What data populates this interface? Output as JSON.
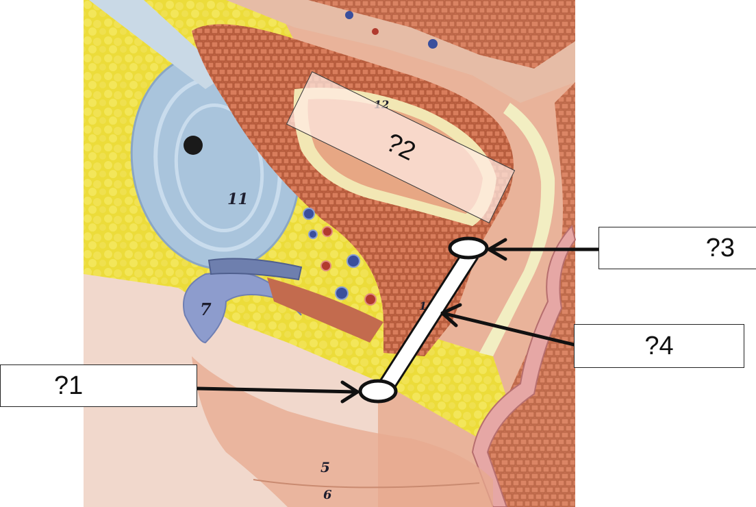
{
  "figure": {
    "labels": {
      "q1": "?1",
      "q2": "?2",
      "q3": "?3",
      "q4": "?4"
    },
    "model_numbers": {
      "n11": "11",
      "n12": "12",
      "n7": "7",
      "n1": "1",
      "n5": "5",
      "n6": "6"
    }
  },
  "colors": {
    "fat_yellow": "#ecdc3a",
    "muscle_red": "#c9694b",
    "bladder_blue": "#a9c4dc",
    "skin": "#e8b9a0",
    "pubic_bone": "#8d9ccd",
    "vessel_blue": "#3a4f9c",
    "vessel_red": "#b13a2e",
    "lining_cream": "#f2e7b4",
    "arrow": "#111111"
  }
}
